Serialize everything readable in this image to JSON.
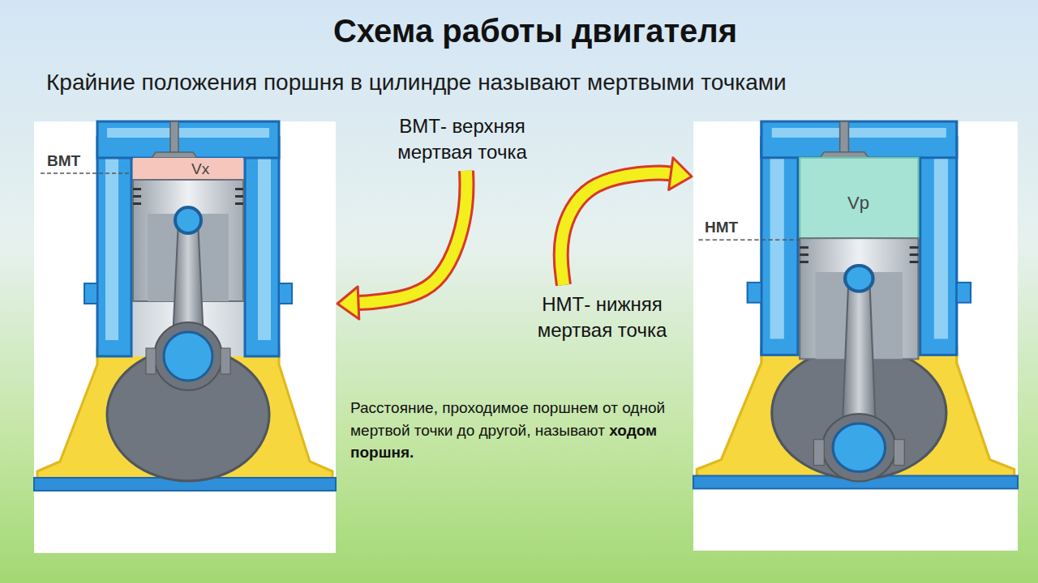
{
  "diagram": {
    "title": "Схема работы двигателя",
    "nodes": [
      {
        "text": [
          "ВМТ",
          "Vx"
        ]
      },
      {
        "text": [
          "ВМТ- верхняя мертвая точка"
        ]
      },
      {
        "text": [
          "НМТ- нижняя мертвая точка"
        ]
      },
      {
        "text": [
          "Vp",
          "НМТ"
        ]
      }
    ],
    "edges": [
      {
        "from": 1,
        "to": 0,
        "arrow": "to"
      },
      {
        "from": 2,
        "to": 3,
        "arrow": "to"
      }
    ],
    "labels": [
      "Крайние положения поршня в цилиндре называют мертвыми точками",
      "Расстояние, проходимое поршнем от одной мертвой точки до другой, называют",
      "ходом поршня."
    ]
  }
}
